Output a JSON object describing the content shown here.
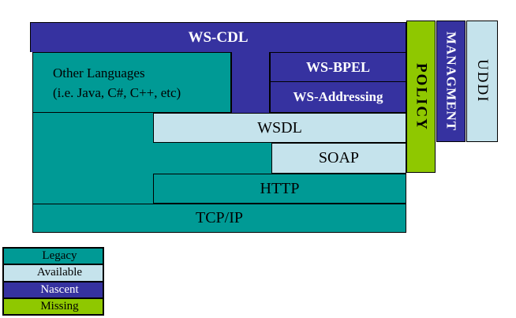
{
  "colors": {
    "legacy_teal": "#009A95",
    "available_light_blue": "#C5E3EC",
    "nascent_purple": "#3632A0",
    "missing_green": "#8FC800",
    "border_black": "#000000"
  },
  "stack": {
    "ws_cdl": {
      "label": "WS-CDL",
      "status": "nascent"
    },
    "other_languages": {
      "line1": "Other Languages",
      "line2": "(i.e. Java, C#, C++, etc)",
      "status": "legacy"
    },
    "ws_bpel": {
      "label": "WS-BPEL",
      "status": "nascent"
    },
    "ws_addressing": {
      "label": "WS-Addressing",
      "status": "nascent"
    },
    "wsdl": {
      "label": "WSDL",
      "status": "available"
    },
    "soap": {
      "label": "SOAP",
      "status": "available"
    },
    "http": {
      "label": "HTTP",
      "status": "legacy"
    },
    "tcp_ip": {
      "label": "TCP/IP",
      "status": "legacy"
    }
  },
  "side_bars": {
    "policy": {
      "label": "POLICY",
      "status": "missing"
    },
    "managment": {
      "label": "MANAGMENT",
      "status": "nascent"
    },
    "uddi": {
      "label": "UDDI",
      "status": "available"
    }
  },
  "legend": {
    "items": [
      {
        "label": "Legacy",
        "color": "#009A95",
        "text_color": "#000000"
      },
      {
        "label": "Available",
        "color": "#C5E3EC",
        "text_color": "#000000"
      },
      {
        "label": "Nascent",
        "color": "#3632A0",
        "text_color": "#FFFFFF"
      },
      {
        "label": "Missing",
        "color": "#8FC800",
        "text_color": "#000000"
      }
    ]
  }
}
